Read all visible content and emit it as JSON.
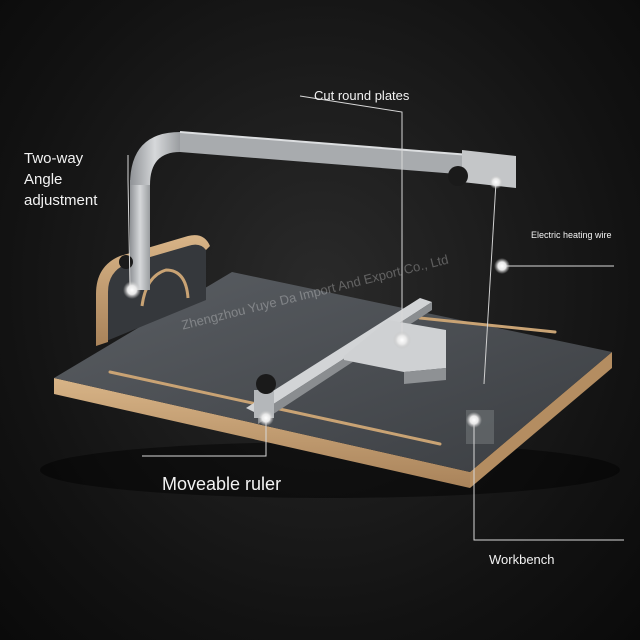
{
  "callouts": {
    "cut_round_plates": "Cut round plates",
    "two_way_angle": [
      "Two-way",
      "Angle",
      "adjustment"
    ],
    "electric_heating_wire": "Electric heating wire",
    "moveable_ruler": "Moveable ruler",
    "workbench": "Workbench"
  },
  "watermark": "Zhengzhou Yuye Da Import And Export Co., Ltd",
  "colors": {
    "background": "#121212",
    "plate": "#4a4d52",
    "wood_edge": "#c9a374",
    "metal": "#b9bcbf",
    "callout_line": "#d8d8d8"
  }
}
